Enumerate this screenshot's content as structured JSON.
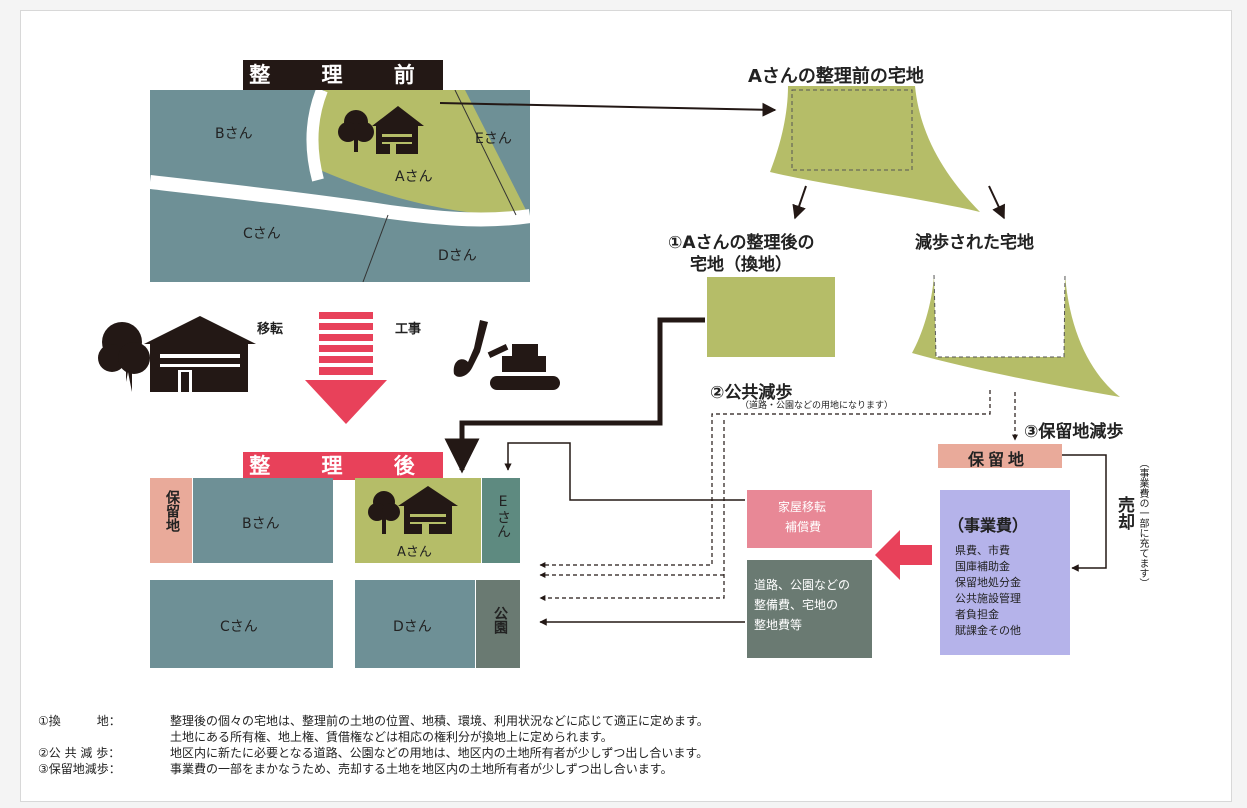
{
  "colors": {
    "teal": "#6e9096",
    "green": "#b5bd68",
    "red": "#e8415a",
    "pink": "#e88896",
    "salmon": "#e9aa9a",
    "lavender": "#b5b3ea",
    "gray": "#6a7a72",
    "black": "#231815"
  },
  "icons": [
    "house-with-tree-icon",
    "excavator-icon",
    "arrow-icon"
  ],
  "before": {
    "title": "整 理 前",
    "b": "Bさん",
    "a": "Aさん",
    "e": "Eさん",
    "c": "Cさん",
    "d": "Dさん"
  },
  "relocation": {
    "move": "移転",
    "work": "工事"
  },
  "after": {
    "title": "整 理 後",
    "reserve": "保留地",
    "b": "Bさん",
    "a": "Aさん",
    "e": "Eさん",
    "c": "Cさん",
    "d": "Dさん",
    "park": "公園"
  },
  "a_before": {
    "title": "Aさんの整理前の宅地"
  },
  "a_after": {
    "line1": "①Aさんの整理後の",
    "line2": "宅地（換地）"
  },
  "reduced": {
    "title": "減歩された宅地"
  },
  "public": {
    "title": "②公共減歩",
    "note": "（道路・公園などの用地になります）"
  },
  "reserve_reduction": {
    "title": "③保留地減歩"
  },
  "reserve_box": {
    "label": "保留地"
  },
  "sale": {
    "label": "売却",
    "note": "（事業費の一部に充てます）"
  },
  "compensation": {
    "line1": "家屋移転",
    "line2": "補償費"
  },
  "road_cost": {
    "line1": "道路、公園などの",
    "line2": "整備費、宅地の",
    "line3": "整地費等"
  },
  "project_cost": {
    "title": "（事業費）",
    "items": [
      "県費、市費",
      "国庫補助金",
      "保留地処分金",
      "公共施設管理",
      "者負担金",
      "賦課金その他"
    ]
  },
  "definitions": [
    {
      "term": "①換　　　地：",
      "text": "整理後の個々の宅地は、整理前の土地の位置、地積、環境、利用状況などに応じて適正に定めます。"
    },
    {
      "term": "",
      "text": "土地にある所有権、地上権、賃借権などは相応の権利分が換地上に定められます。"
    },
    {
      "term": "②公 共 減 歩：",
      "text": "地区内に新たに必要となる道路、公園などの用地は、地区内の土地所有者が少しずつ出し合います。"
    },
    {
      "term": "③保留地減歩：",
      "text": "事業費の一部をまかなうため、売却する土地を地区内の土地所有者が少しずつ出し合います。"
    }
  ]
}
